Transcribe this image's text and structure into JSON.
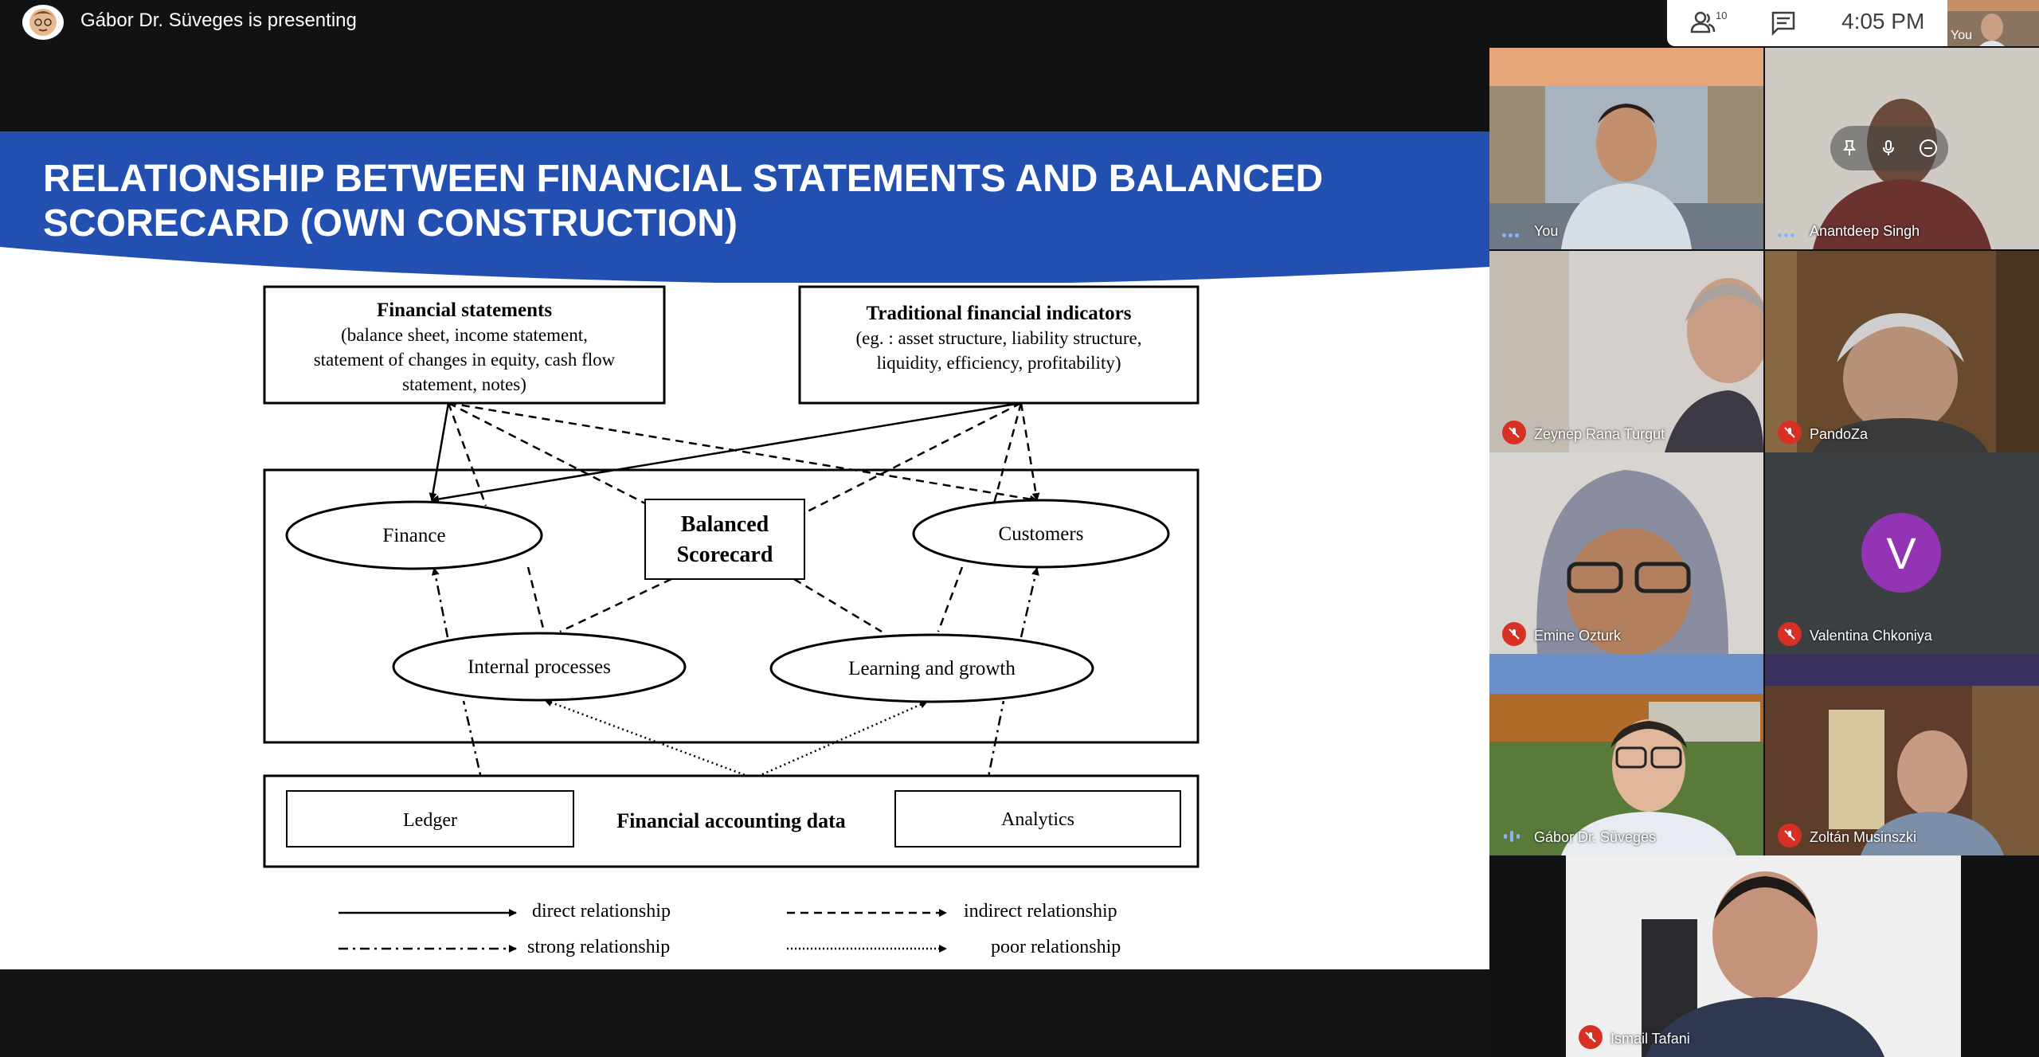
{
  "presenter": {
    "text": "Gábor Dr. Süveges is presenting"
  },
  "widget": {
    "participant_count": "10",
    "time": "4:05 PM",
    "self_label": "You"
  },
  "slide": {
    "title_line1": "RELATIONSHIP BETWEEN FINANCIAL STATEMENTS AND BALANCED",
    "title_line2": "SCORECARD (OWN CONSTRUCTION)",
    "fs_title": "Financial statements",
    "fs_line1": "(balance sheet, income statement,",
    "fs_line2": "statement of changes in equity, cash flow",
    "fs_line3": "statement, notes)",
    "tfi_title": "Traditional financial indicators",
    "tfi_line1": "(eg. : asset structure, liability structure,",
    "tfi_line2": "liquidity, efficiency, profitability)",
    "finance": "Finance",
    "bsc_line1": "Balanced",
    "bsc_line2": "Scorecard",
    "customers": "Customers",
    "internal": "Internal processes",
    "learning": "Learning and growth",
    "ledger": "Ledger",
    "fad": "Financial accounting data",
    "analytics": "Analytics",
    "legend_direct": "direct relationship",
    "legend_indirect": "indirect relationship",
    "legend_strong": "strong relationship",
    "legend_poor": "poor relationship"
  },
  "participants": [
    {
      "name": "You",
      "muted": false
    },
    {
      "name": "Anantdeep Singh",
      "muted": false
    },
    {
      "name": "Zeynep Rana Turgut",
      "muted": true
    },
    {
      "name": "PandoZa",
      "muted": true
    },
    {
      "name": "Emine Ozturk",
      "muted": true
    },
    {
      "name": "Valentina Chkoniya",
      "muted": true,
      "avatar_letter": "V"
    },
    {
      "name": "Gábor Dr. Süveges",
      "muted": false,
      "speaking": true
    },
    {
      "name": "Zoltán Musinszki",
      "muted": true
    },
    {
      "name": "Ismail Tafani",
      "muted": true
    }
  ],
  "colors": {
    "banner": "#2350b0",
    "mic_off": "#d93025",
    "avatar_v": "#9334b4",
    "speaking": "#8ab4f8"
  }
}
